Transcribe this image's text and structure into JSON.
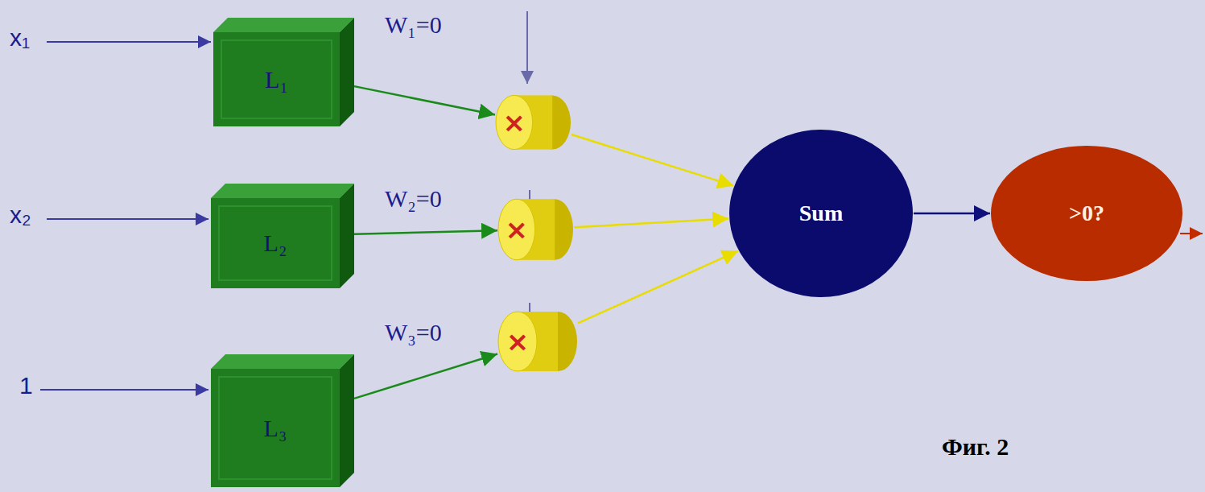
{
  "diagram": {
    "caption": "Фиг. 2",
    "nodes": [
      {
        "text": [
          "L₁"
        ]
      },
      {
        "text": [
          "L₂"
        ]
      },
      {
        "text": [
          "L₃"
        ]
      },
      {
        "text": [
          "×"
        ]
      },
      {
        "text": [
          "×"
        ]
      },
      {
        "text": [
          "×"
        ]
      },
      {
        "text": [
          "Sum"
        ]
      },
      {
        "text": [
          ">0?"
        ]
      }
    ],
    "edges": [
      {
        "from": 0,
        "to": 3,
        "arrow": "to"
      },
      {
        "from": 1,
        "to": 4,
        "arrow": "to"
      },
      {
        "from": 2,
        "to": 5,
        "arrow": "to"
      },
      {
        "from": 3,
        "to": 6,
        "arrow": "to"
      },
      {
        "from": 4,
        "to": 6,
        "arrow": "to"
      },
      {
        "from": 5,
        "to": 6,
        "arrow": "to"
      },
      {
        "from": 6,
        "to": 7,
        "arrow": "to"
      }
    ],
    "labels": [
      "x₁",
      "x₂",
      "1",
      "W₁=0",
      "W₂=0",
      "W₃=0"
    ]
  }
}
